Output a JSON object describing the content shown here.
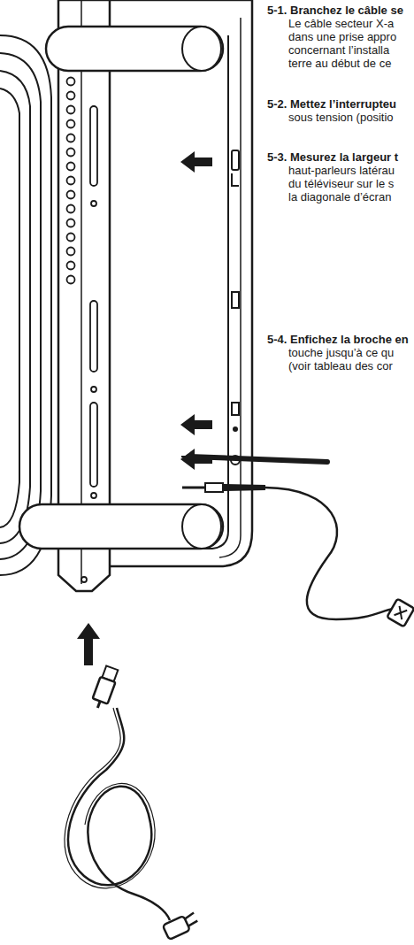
{
  "diagram": {
    "labels": [
      "5-1. Branchez le câble se",
      "Le câble secteur X-a",
      "dans une prise appro",
      "concernant l’installa",
      "terre au début de ce",
      "5-2. Mettez l’interrupteu",
      "sous tension (positio",
      "5-3. Mesurez la largeur t",
      "haut-parleurs latérau",
      "du téléviseur sur le s",
      "la diagonale d’écran",
      "5-4. Enfichez la broche en",
      "touche jusqu’à ce qu",
      "(voir tableau des cor"
    ]
  }
}
